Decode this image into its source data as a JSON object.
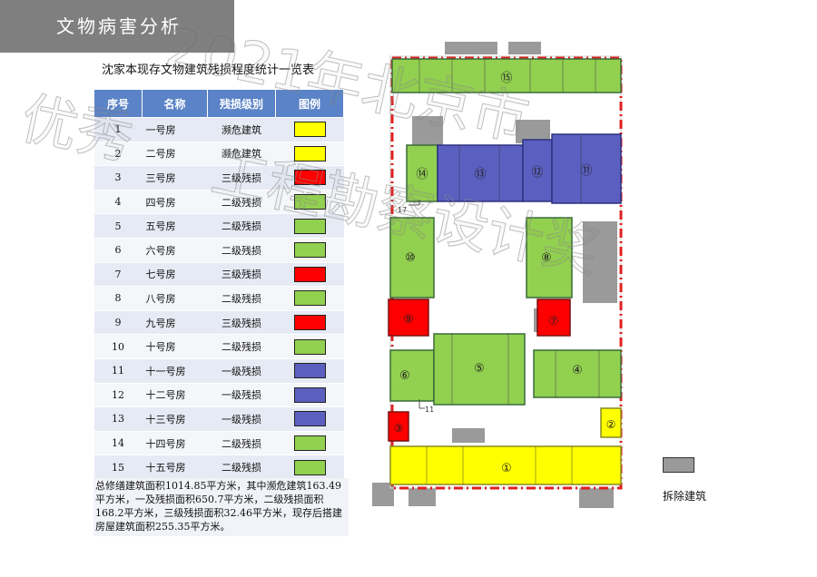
{
  "header": {
    "title": "文物病害分析"
  },
  "table": {
    "title": "沈家本现存文物建筑残损程度统计一览表",
    "columns": [
      "序号",
      "名称",
      "残损级别",
      "图例"
    ],
    "rows": [
      {
        "no": "1",
        "name": "一号房",
        "level": "濒危建筑",
        "color": "#ffff00"
      },
      {
        "no": "2",
        "name": "二号房",
        "level": "濒危建筑",
        "color": "#ffff00"
      },
      {
        "no": "3",
        "name": "三号房",
        "level": "三级残损",
        "color": "#ff0000"
      },
      {
        "no": "4",
        "name": "四号房",
        "level": "二级残损",
        "color": "#92d050"
      },
      {
        "no": "5",
        "name": "五号房",
        "level": "二级残损",
        "color": "#92d050"
      },
      {
        "no": "6",
        "name": "六号房",
        "level": "二级残损",
        "color": "#92d050"
      },
      {
        "no": "7",
        "name": "七号房",
        "level": "三级残损",
        "color": "#ff0000"
      },
      {
        "no": "8",
        "name": "八号房",
        "level": "二级残损",
        "color": "#92d050"
      },
      {
        "no": "9",
        "name": "九号房",
        "level": "三级残损",
        "color": "#ff0000"
      },
      {
        "no": "10",
        "name": "十号房",
        "level": "二级残损",
        "color": "#92d050"
      },
      {
        "no": "11",
        "name": "十一号房",
        "level": "一级残损",
        "color": "#5b5fbf"
      },
      {
        "no": "12",
        "name": "十二号房",
        "level": "一级残损",
        "color": "#5b5fbf"
      },
      {
        "no": "13",
        "name": "十三号房",
        "level": "一级残损",
        "color": "#5b5fbf"
      },
      {
        "no": "14",
        "name": "十四号房",
        "level": "二级残损",
        "color": "#92d050"
      },
      {
        "no": "15",
        "name": "十五号房",
        "level": "二级残损",
        "color": "#92d050"
      }
    ]
  },
  "summary": "总修缮建筑面积1014.85平方米，其中濒危建筑163.49平方米，一及残损面积650.7平方米，二级残损面积168.2平方米，三级残损面积32.46平方米，现存后搭建房屋建筑面积255.35平方米。",
  "plan": {
    "buildings": [
      {
        "label": "①",
        "color": "#ffff00"
      },
      {
        "label": "②",
        "color": "#ffff00"
      },
      {
        "label": "③",
        "color": "#ff0000"
      },
      {
        "label": "④",
        "color": "#92d050"
      },
      {
        "label": "⑤",
        "color": "#92d050"
      },
      {
        "label": "⑥",
        "color": "#92d050"
      },
      {
        "label": "⑦",
        "color": "#ff0000"
      },
      {
        "label": "⑧",
        "color": "#92d050"
      },
      {
        "label": "⑨",
        "color": "#ff0000"
      },
      {
        "label": "⑩",
        "color": "#92d050"
      },
      {
        "label": "⑪",
        "color": "#5b5fbf"
      },
      {
        "label": "⑫",
        "color": "#5b5fbf"
      },
      {
        "label": "⑬",
        "color": "#5b5fbf"
      },
      {
        "label": "⑭",
        "color": "#92d050"
      },
      {
        "label": "⑮",
        "color": "#92d050"
      }
    ],
    "markers": {
      "m17": "17",
      "m11": "11"
    },
    "demolished_color": "#9a9a9a",
    "boundary_color": "#e02020"
  },
  "legend": {
    "demolish_label": "拆除建筑"
  },
  "watermark": {
    "line1": "优秀",
    "line2": "2021年北京市",
    "line3": "工程勘察设计奖"
  }
}
